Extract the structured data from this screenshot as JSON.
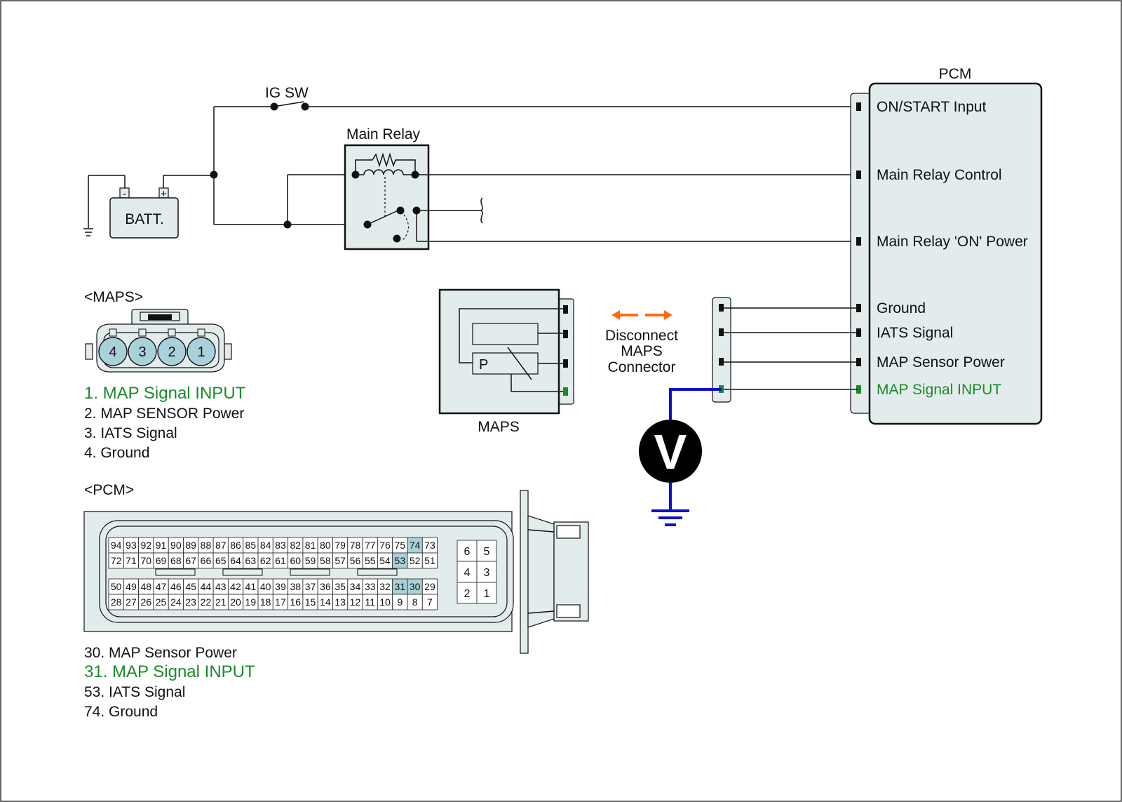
{
  "colors": {
    "wire": "#111111",
    "panel": "#e3ecec",
    "highlight_pin": "#a9d1da",
    "signal_green": "#1a8a2a",
    "meter_wire": "#1010cc",
    "arrow": "#ff6a13"
  },
  "circuit": {
    "ig_sw": "IG SW",
    "main_relay": "Main Relay",
    "battery": "BATT.",
    "battery_minus": "-",
    "battery_plus": "+",
    "pcm_title": "PCM",
    "pcm_terminals": [
      {
        "label": "ON/START Input",
        "highlight": false
      },
      {
        "label": "Main Relay Control",
        "highlight": false
      },
      {
        "label": "Main Relay 'ON' Power",
        "highlight": false
      },
      {
        "label": "Ground",
        "highlight": false
      },
      {
        "label": "IATS Signal",
        "highlight": false
      },
      {
        "label": "MAP Sensor Power",
        "highlight": false
      },
      {
        "label": "MAP Signal  INPUT",
        "highlight": true
      }
    ],
    "maps_block_label": "MAPS",
    "maps_p": "P",
    "disconnect_note": [
      "Disconnect",
      "MAPS",
      "Connector"
    ],
    "voltmeter": "V"
  },
  "maps_connector": {
    "title": "<MAPS>",
    "pins": [
      "4",
      "3",
      "2",
      "1"
    ],
    "legend": [
      {
        "text": "1. MAP Signal  INPUT",
        "highlight": true
      },
      {
        "text": "2. MAP SENSOR Power",
        "highlight": false
      },
      {
        "text": "3. IATS Signal",
        "highlight": false
      },
      {
        "text": "4. Ground",
        "highlight": false
      }
    ]
  },
  "pcm_connector": {
    "title": "<PCM>",
    "rows": [
      [
        "94",
        "93",
        "92",
        "91",
        "90",
        "89",
        "88",
        "87",
        "86",
        "85",
        "84",
        "83",
        "82",
        "81",
        "80",
        "79",
        "78",
        "77",
        "76",
        "75",
        "74",
        "73"
      ],
      [
        "72",
        "71",
        "70",
        "69",
        "68",
        "67",
        "66",
        "65",
        "64",
        "63",
        "62",
        "61",
        "60",
        "59",
        "58",
        "57",
        "56",
        "55",
        "54",
        "53",
        "52",
        "51"
      ],
      [
        "50",
        "49",
        "48",
        "47",
        "46",
        "45",
        "44",
        "43",
        "42",
        "41",
        "40",
        "39",
        "38",
        "37",
        "36",
        "35",
        "34",
        "33",
        "32",
        "31",
        "30",
        "29"
      ],
      [
        "28",
        "27",
        "26",
        "25",
        "24",
        "23",
        "22",
        "21",
        "20",
        "19",
        "18",
        "17",
        "16",
        "15",
        "14",
        "13",
        "12",
        "11",
        "10",
        "9",
        "8",
        "7"
      ]
    ],
    "highlighted": [
      "74",
      "53",
      "31",
      "30"
    ],
    "small_block": [
      [
        "6",
        "5"
      ],
      [
        "4",
        "3"
      ],
      [
        "2",
        "1"
      ]
    ],
    "legend": [
      {
        "text": "30. MAP Sensor Power",
        "highlight": false
      },
      {
        "text": "31. MAP Signal  INPUT",
        "highlight": true
      },
      {
        "text": "53. IATS Signal",
        "highlight": false
      },
      {
        "text": "74. Ground",
        "highlight": false
      }
    ]
  }
}
